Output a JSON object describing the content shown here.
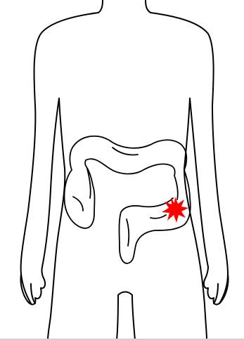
{
  "figure": {
    "subject": "human-torso-with-colon",
    "colors": {
      "outline": "#000000",
      "background": "#ffffff",
      "pain_burst": "#ff0000"
    },
    "icons": [
      "torso-outline",
      "colon-outline",
      "pain-burst-icon"
    ]
  }
}
